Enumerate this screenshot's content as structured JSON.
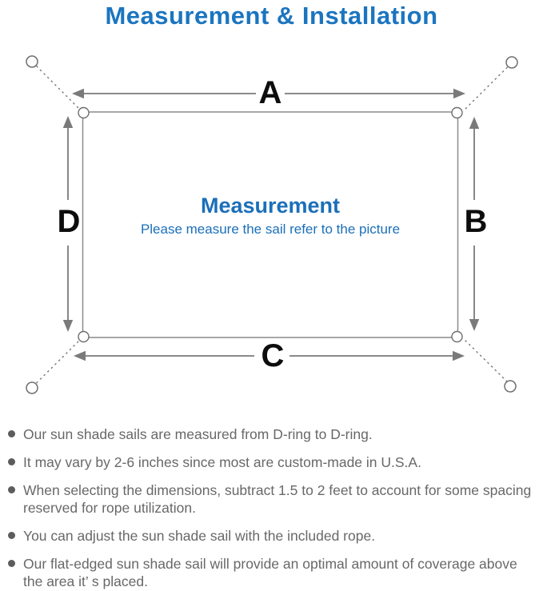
{
  "title": "Measurement & Installation",
  "diagram": {
    "labels": {
      "top": "A",
      "right": "B",
      "bottom": "C",
      "left": "D"
    },
    "center_title": "Measurement",
    "center_subtitle": "Please measure the sail refer to the picture"
  },
  "notes": {
    "items": [
      "Our sun shade sails are measured from D-ring to D-ring.",
      "It may vary by 2-6 inches since most are custom-made in U.S.A.",
      "When selecting the dimensions, subtract 1.5 to 2 feet to account for some spacing reserved for rope utilization.",
      "You can adjust the sun shade sail with the included rope.",
      "Our flat-edged sun shade sail will provide an optimal amount of coverage above the area it’ s placed."
    ]
  },
  "colors": {
    "accent_blue": "#1b75c0",
    "center_blue": "#1b6fba",
    "arrow_gray": "#7a7a7a",
    "outline_gray": "#8c8c8c",
    "note_text_gray": "#686868",
    "label_black": "#0d0d0d"
  }
}
